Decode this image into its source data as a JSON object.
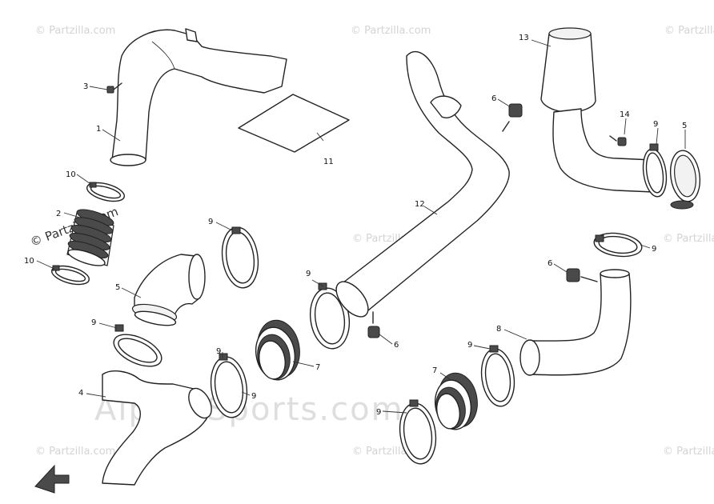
{
  "watermarks": {
    "partzilla": "© Partzilla.com",
    "alpha_sports": "Alpha-Sports.com"
  },
  "callouts": {
    "c1": "1",
    "c2": "2",
    "c3": "3",
    "c4": "4",
    "c5a": "5",
    "c5b": "5",
    "c6a": "6",
    "c6b": "6",
    "c6c": "6",
    "c7a": "7",
    "c7b": "7",
    "c8": "8",
    "c9a": "9",
    "c9b": "9",
    "c9c": "9",
    "c9d": "9",
    "c9e": "9",
    "c9f": "9",
    "c9g": "9",
    "c9h": "9",
    "c10a": "10",
    "c10b": "10",
    "c11": "11",
    "c12": "12",
    "c13": "13",
    "c14": "14"
  }
}
